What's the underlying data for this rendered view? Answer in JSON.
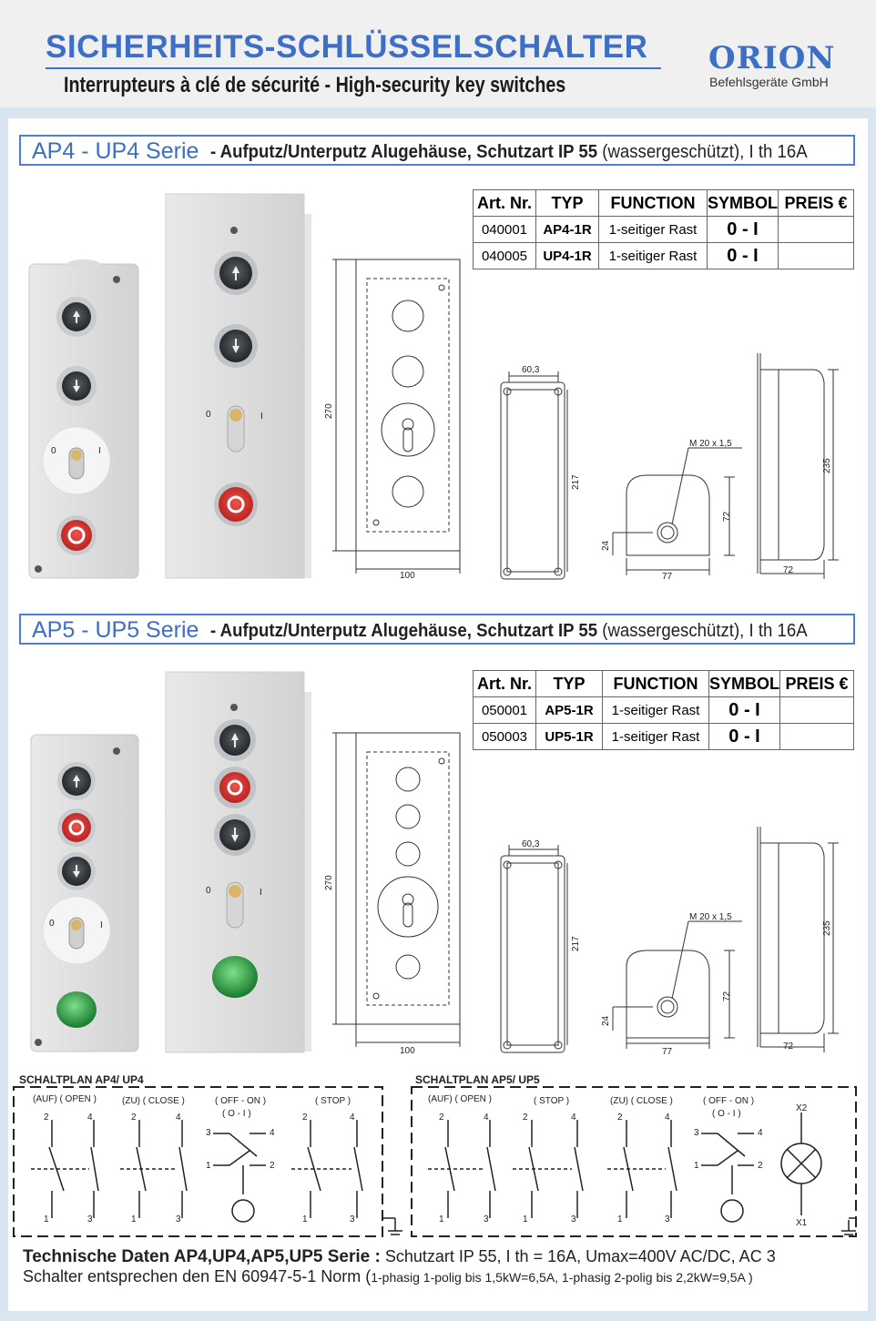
{
  "header": {
    "title": "SICHERHEITS-SCHLÜSSELSCHALTER",
    "subtitle": "Interrupteurs à clé de sécurité - High-security key switches",
    "logo": "ORION",
    "logo_sub": "Befehlsgeräte GmbH"
  },
  "sections": [
    {
      "name": "AP4 - UP4 Serie",
      "desc_bold": " -  Aufputz/Unterputz Alugehäuse, Schutzart IP 55",
      "desc_normal": " (wassergeschützt), I th 16A",
      "columns": [
        "Art. Nr.",
        "TYP",
        "FUNCTION",
        "SYMBOL",
        "PREIS €"
      ],
      "rows": [
        {
          "art": "040001",
          "typ": "AP4-1R",
          "func": "1-seitiger Rast",
          "sym": "0 - I",
          "preis": ""
        },
        {
          "art": "040005",
          "typ": "UP4-1R",
          "func": "1-seitiger Rast",
          "sym": "0 - I",
          "preis": ""
        }
      ],
      "dims": {
        "height": "270",
        "width": "100",
        "depth_top": "60,3",
        "inner": "217",
        "thread": "M 20 x 1,5",
        "h72": "72",
        "h24": "24",
        "w77": "77",
        "side235": "235",
        "side72": "72"
      }
    },
    {
      "name": "AP5 - UP5 Serie",
      "desc_bold": " -  Aufputz/Unterputz Alugehäuse, Schutzart IP 55",
      "desc_normal": " (wassergeschützt), I th 16A",
      "columns": [
        "Art. Nr.",
        "TYP",
        "FUNCTION",
        "SYMBOL",
        "PREIS €"
      ],
      "rows": [
        {
          "art": "050001",
          "typ": "AP5-1R",
          "func": "1-seitiger Rast",
          "sym": "0 - I",
          "preis": ""
        },
        {
          "art": "050003",
          "typ": "UP5-1R",
          "func": "1-seitiger Rast",
          "sym": "0 - I",
          "preis": ""
        }
      ],
      "dims": {
        "height": "270",
        "width": "100",
        "depth_top": "60,3",
        "inner": "217",
        "thread": "M 20 x 1,5",
        "h72": "72",
        "h24": "24",
        "w77": "77",
        "side235": "235",
        "side72": "72"
      }
    }
  ],
  "schaltplan": [
    {
      "title": "SCHALTPLAN  AP4/ UP4",
      "labels": [
        "(AUF) ( OPEN )",
        "(ZU) ( CLOSE )",
        "( OFF - ON )",
        "( O - I )",
        "( STOP )"
      ]
    },
    {
      "title": "SCHALTPLAN  AP5/ UP5",
      "labels": [
        "(AUF) ( OPEN )",
        "( STOP )",
        "(ZU) ( CLOSE )",
        "( OFF - ON )",
        "( O - I )",
        "X2",
        "X1"
      ]
    }
  ],
  "terminals": [
    "1",
    "2",
    "3",
    "4"
  ],
  "switch_marks": [
    "0",
    "I"
  ],
  "tech": {
    "label": "Technische Daten AP4,UP4,AP5,UP5 Serie :",
    "text": " Schutzart IP 55, I th = 16A, Umax=400V AC/DC, AC 3",
    "line2": "Schalter entsprechen den EN 60947-5-1 Norm (",
    "line2_small": "1-phasig 1-polig bis 1,5kW=6,5A, 1-phasig 2-polig bis 2,2kW=9,5A )"
  },
  "colors": {
    "accent": "#3d6fc6",
    "red_button": "#d8322e",
    "green_lamp": "#2fa84a",
    "dark_button": "#2b2f33"
  }
}
